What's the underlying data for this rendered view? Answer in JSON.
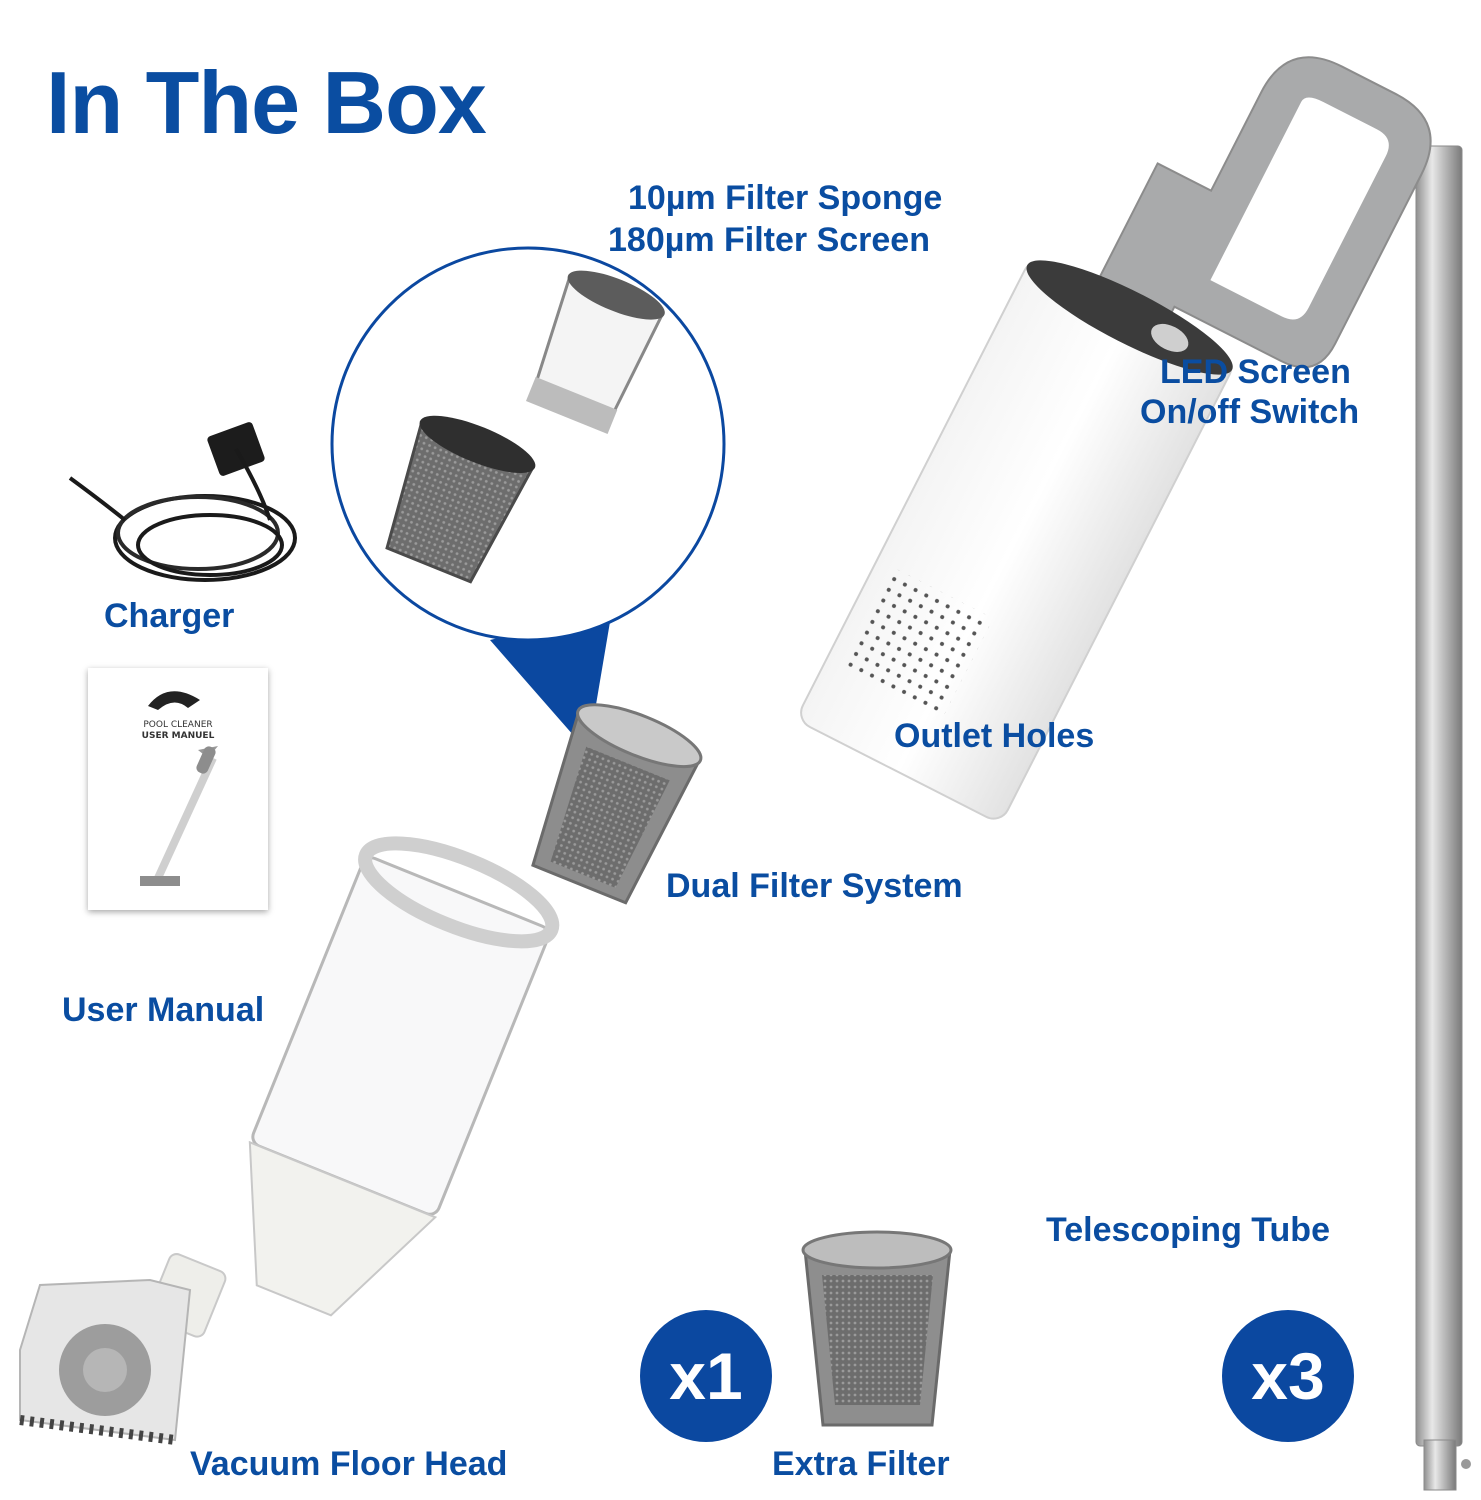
{
  "title": "In The Box",
  "labels": {
    "filter_sponge": "10µm Filter Sponge",
    "filter_screen": "180µm Filter Screen",
    "led_screen": "LED Screen",
    "onoff_switch": "On/off Switch",
    "charger": "Charger",
    "outlet_holes": "Outlet Holes",
    "dual_filter": "Dual Filter System",
    "user_manual": "User Manual",
    "telescoping_tube": "Telescoping Tube",
    "vacuum_head": "Vacuum Floor Head",
    "extra_filter": "Extra Filter"
  },
  "badges": {
    "filter_qty": "x1",
    "tube_qty": "x3"
  },
  "manual_cover": {
    "line1": "POOL CLEANER",
    "line2": "USER MANUEL"
  },
  "colors": {
    "brand_blue": "#0a4da1",
    "badge_blue": "#0b48a0"
  }
}
